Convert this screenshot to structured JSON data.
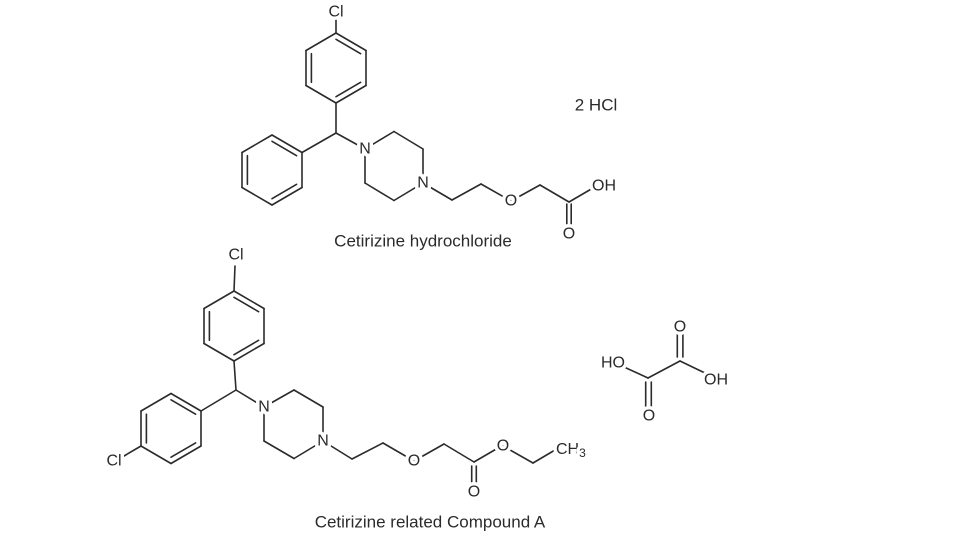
{
  "figure": {
    "background": "#ffffff",
    "ink_color": "#2b2b2b",
    "cetirizine_hcl": {
      "name": "Cetirizine hydrochloride",
      "salt": "2 HCl",
      "atoms": {
        "cl": "Cl",
        "n1": "N",
        "n2": "N",
        "o_ether": "O",
        "oh": "OH",
        "o_carbonyl": "O"
      }
    },
    "compound_a": {
      "name": "Cetirizine related Compound A",
      "atoms": {
        "cl_top": "Cl",
        "cl_left": "Cl",
        "n1": "N",
        "n2": "N",
        "o_ether": "O",
        "o_carbonyl": "O",
        "o_ester": "O",
        "ch": "CH",
        "ch_sub": "3"
      }
    },
    "oxalic_acid": {
      "atoms": {
        "ho": "HO",
        "o_top": "O",
        "oh": "OH",
        "o_bottom": "O"
      }
    }
  }
}
